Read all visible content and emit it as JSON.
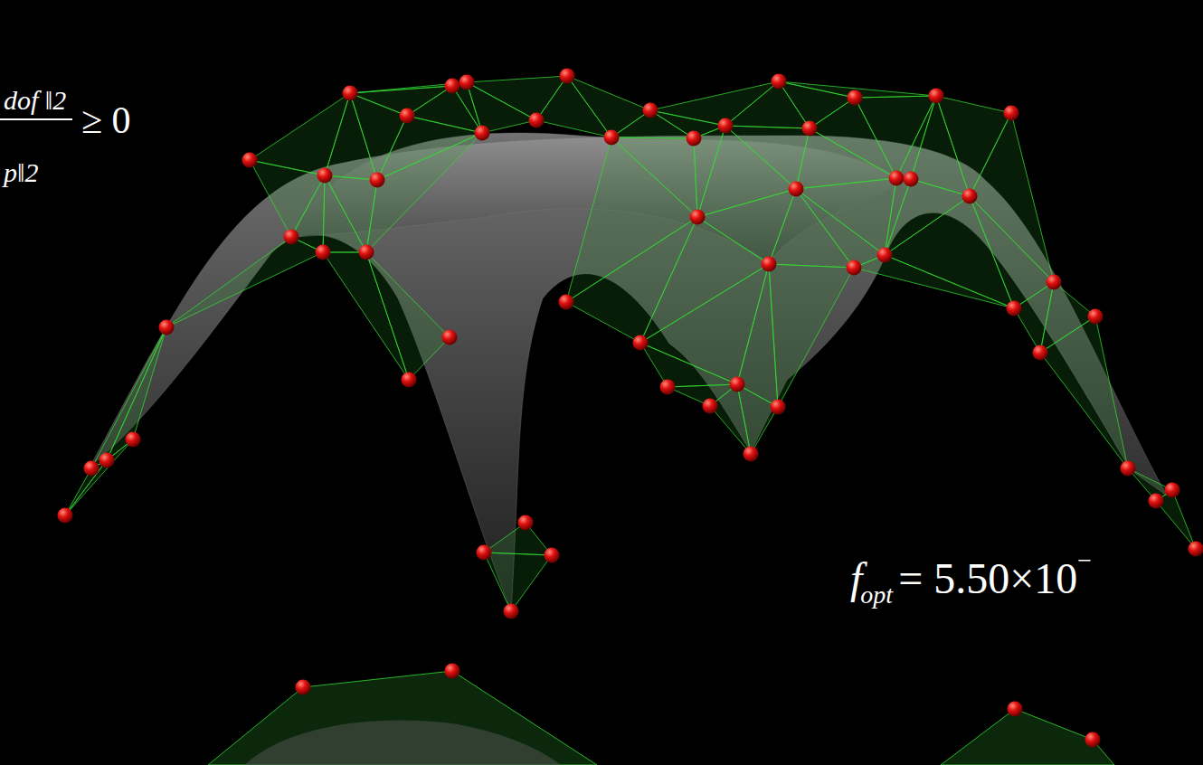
{
  "diagram": {
    "labels": [
      "dof ‖2",
      "≥ 0",
      "p‖2",
      "f",
      "opt",
      "= 5.50×10",
      "−"
    ]
  }
}
